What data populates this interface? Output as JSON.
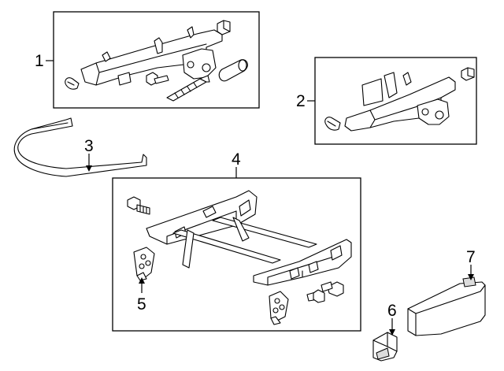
{
  "diagram": {
    "callouts": [
      {
        "id": "callout-1",
        "label": "1"
      },
      {
        "id": "callout-2",
        "label": "2"
      },
      {
        "id": "callout-3",
        "label": "3"
      },
      {
        "id": "callout-4",
        "label": "4"
      },
      {
        "id": "callout-5",
        "label": "5"
      },
      {
        "id": "callout-6",
        "label": "6"
      },
      {
        "id": "callout-7",
        "label": "7"
      }
    ]
  }
}
